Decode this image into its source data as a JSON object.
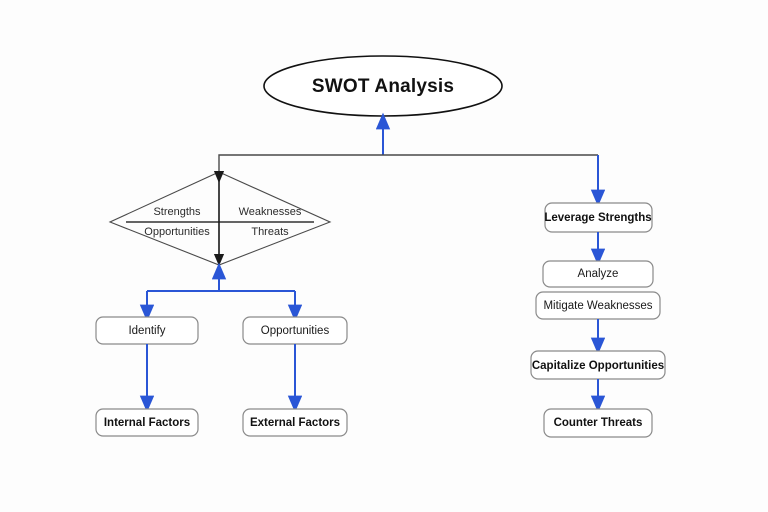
{
  "diagram": {
    "type": "flowchart",
    "background_color": "#fdfdfd",
    "accent_color": "#2a56d6",
    "line_color": "#4a4a4a",
    "title_node": {
      "label": "SWOT Analysis",
      "shape": "ellipse"
    },
    "matrix": {
      "shape": "diamond",
      "quadrants": [
        {
          "label": "Strengths",
          "position": "top-left"
        },
        {
          "label": "Weaknesses",
          "position": "top-right"
        },
        {
          "label": "Opportunities",
          "position": "bottom-left"
        },
        {
          "label": "Threats",
          "position": "bottom-right"
        }
      ]
    },
    "left_branch": {
      "row1": [
        {
          "label": "Identify"
        },
        {
          "label": "Opportunities"
        }
      ],
      "row2": [
        {
          "label": "Internal Factors"
        },
        {
          "label": "External Factors"
        }
      ]
    },
    "right_branch": [
      {
        "label": "Leverage Strengths",
        "bold": true
      },
      {
        "label": "Analyze",
        "bold": false
      },
      {
        "label": "Mitigate Weaknesses",
        "bold": false
      },
      {
        "label": "Capitalize Opportunities",
        "bold": true
      },
      {
        "label": "Counter Threats",
        "bold": true
      }
    ]
  }
}
